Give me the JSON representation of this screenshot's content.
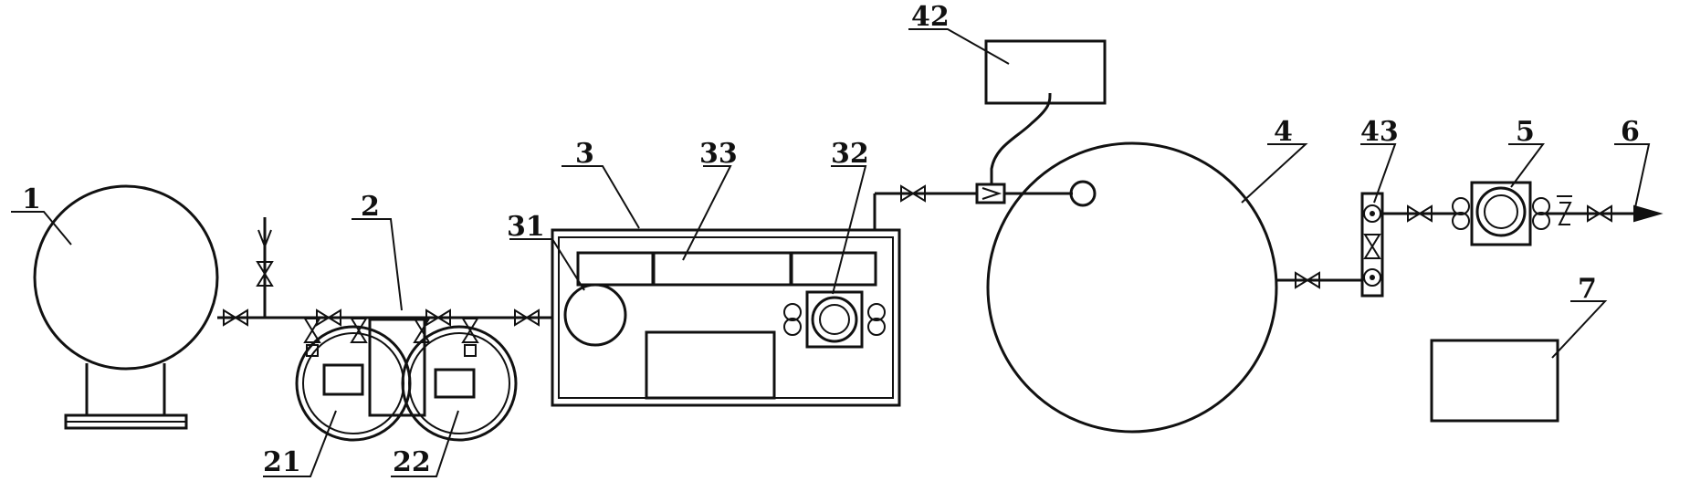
{
  "diagram": {
    "labels": {
      "n1": "1",
      "n2": "2",
      "n21": "21",
      "n22": "22",
      "n3": "3",
      "n31": "31",
      "n32": "32",
      "n33": "33",
      "n4": "4",
      "n42": "42",
      "n43": "43",
      "n5": "5",
      "n6": "6",
      "n7": "7"
    }
  }
}
